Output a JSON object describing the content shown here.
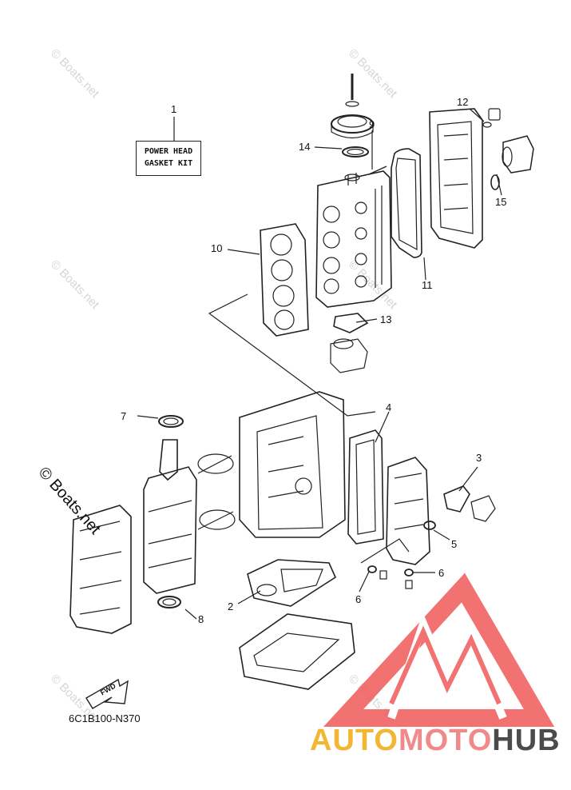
{
  "kit": {
    "line1": "POWER HEAD",
    "line2": "GASKET KIT"
  },
  "callouts": [
    {
      "id": "callout-1",
      "text": "1"
    },
    {
      "id": "callout-2",
      "text": "2"
    },
    {
      "id": "callout-3",
      "text": "3"
    },
    {
      "id": "callout-4",
      "text": "4"
    },
    {
      "id": "callout-5",
      "text": "5"
    },
    {
      "id": "callout-6a",
      "text": "6"
    },
    {
      "id": "callout-6b",
      "text": "6"
    },
    {
      "id": "callout-7",
      "text": "7"
    },
    {
      "id": "callout-8",
      "text": "8"
    },
    {
      "id": "callout-9",
      "text": "9"
    },
    {
      "id": "callout-10",
      "text": "10"
    },
    {
      "id": "callout-11",
      "text": "11"
    },
    {
      "id": "callout-12",
      "text": "12"
    },
    {
      "id": "callout-13",
      "text": "13"
    },
    {
      "id": "callout-14",
      "text": "14"
    },
    {
      "id": "callout-15",
      "text": "15"
    }
  ],
  "fwd_label": "FWD",
  "part_code": "6C1B100-N370",
  "watermark": {
    "small": "© Boats.net",
    "large": "© Boats.net"
  },
  "brand": {
    "part1": "AUTO",
    "part2": "MOTO",
    "part3": "HUB"
  },
  "colors": {
    "brand_yellow": "#f2b632",
    "brand_pink": "#f08a8a",
    "brand_gray": "#4b4b4b",
    "logo_red": "#f05a5a"
  }
}
